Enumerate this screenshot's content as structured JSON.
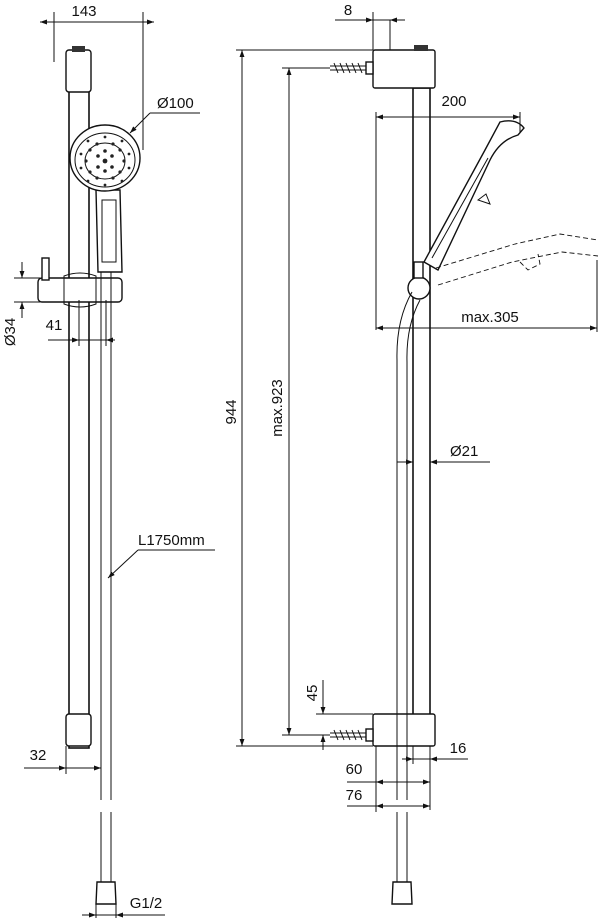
{
  "dimensions": {
    "width_143": "143",
    "head_diameter": "Ø100",
    "slider_diameter": "Ø34",
    "slider_offset": "41",
    "hose_length": "L1750mm",
    "bracket_depth": "32",
    "connector_thread": "G1/2",
    "wall_gap": "8",
    "reach_200": "200",
    "reach_max_305": "max.305",
    "total_height": "944",
    "max_height": "max.923",
    "rail_diameter": "Ø21",
    "screw_offset": "45",
    "dim_16": "16",
    "dim_60": "60",
    "dim_76": "76"
  }
}
